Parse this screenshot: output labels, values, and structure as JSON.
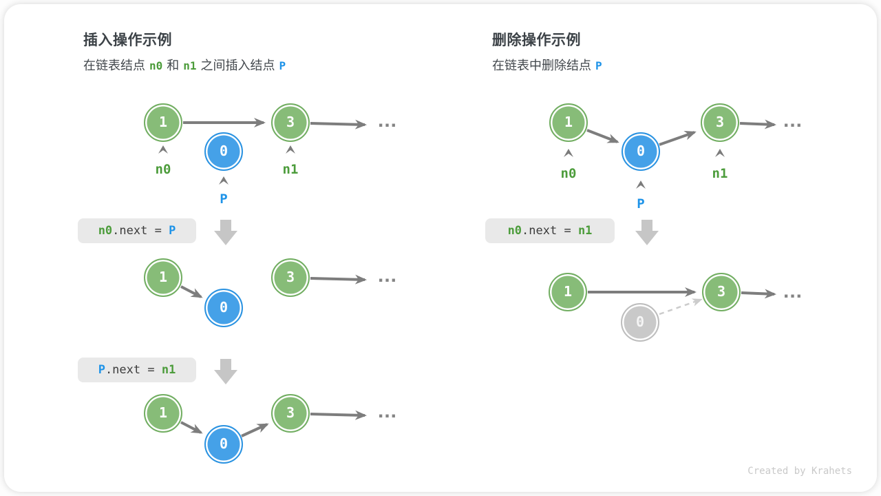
{
  "colors": {
    "node_green": "#87bc78",
    "node_green_border": "#72ae62",
    "node_blue": "#45a1e8",
    "node_blue_border": "#2b93e1",
    "node_gray": "#c9c9c9",
    "arrow_gray": "#7d7d7d",
    "dashed_gray": "#cccccc",
    "label_green": "#4c9c3b",
    "label_blue": "#1e93e8",
    "code_bg": "#e9e9e9",
    "block_arrow": "#c6c6c6"
  },
  "left": {
    "title": "插入操作示例",
    "subtitle": {
      "part1": "在链表结点",
      "n0": "n0",
      "part2": "和",
      "n1": "n1",
      "part3": "之间插入结点",
      "p": "P"
    },
    "code1": {
      "lhs": "n0",
      "mid": ".next = ",
      "rhs": "P"
    },
    "code2": {
      "lhs": "P",
      "mid": ".next = ",
      "rhs": "n1"
    },
    "pointer_labels": {
      "n0": "n0",
      "n1": "n1",
      "p": "P"
    }
  },
  "right": {
    "title": "删除操作示例",
    "subtitle": {
      "part1": "在链表中删除结点",
      "p": "P"
    },
    "code1": {
      "lhs": "n0",
      "mid": ".next = ",
      "rhs": "n1"
    },
    "pointer_labels": {
      "n0": "n0",
      "n1": "n1",
      "p": "P"
    }
  },
  "node_values": {
    "v1": "1",
    "v3": "3",
    "v0": "0"
  },
  "ellipsis": "...",
  "footer": "Created by Krahets"
}
